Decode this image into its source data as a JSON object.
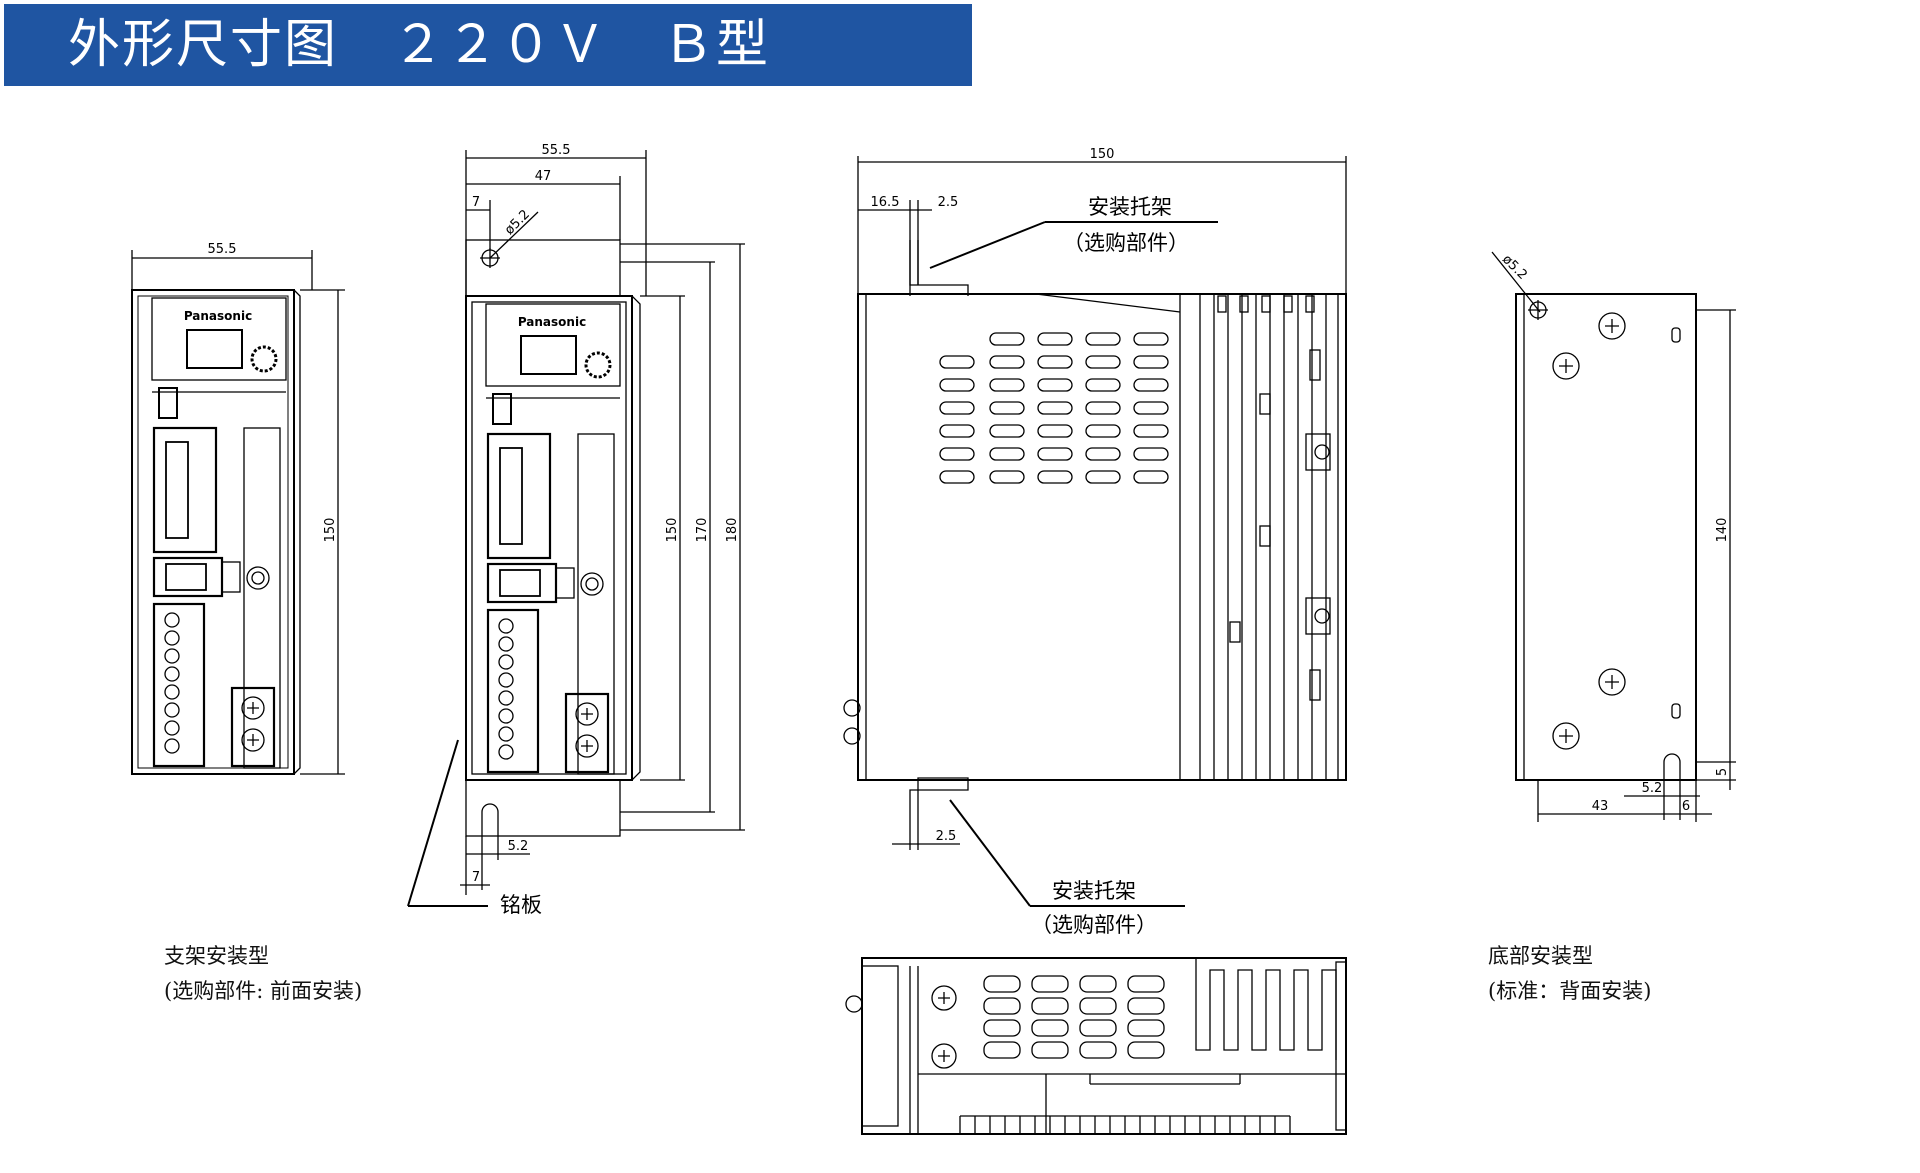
{
  "header": {
    "title": "外形尺寸图　２２０Ｖ　Ｂ型",
    "background": "#1f55a2"
  },
  "front_view": {
    "brand": "Panasonic",
    "dim_width": "55.5",
    "dim_height": "150"
  },
  "side_front_view": {
    "dim_width_outer": "55.5",
    "dim_width_inner": "47",
    "dim_offset": "7",
    "dim_hole": "ø5.2",
    "dim_h1": "150",
    "dim_h2": "170",
    "dim_h3": "180",
    "dim_slot": "5.2",
    "dim_offset_bottom": "7",
    "brand": "Panasonic",
    "nameplate_label": "铭板"
  },
  "side_view": {
    "dim_depth": "150",
    "dim_bracket_offset": "16.5",
    "dim_bracket_thickness": "2.5",
    "dim_bracket_thickness_bottom": "2.5",
    "bracket_label_top": "安装托架",
    "bracket_note_top": "（选购部件）",
    "bracket_label_bottom": "安装托架",
    "bracket_note_bottom": "（选购部件）"
  },
  "back_view": {
    "dim_hole": "ø5.2",
    "dim_height": "140",
    "dim_slot": "5.2",
    "dim_bottom": "5",
    "dim_width": "43",
    "dim_edge": "6"
  },
  "captions": {
    "left_title": "支架安装型",
    "left_note": "(选购部件: 前面安装)",
    "right_title": "底部安装型",
    "right_note": "(标准：背面安装)"
  }
}
